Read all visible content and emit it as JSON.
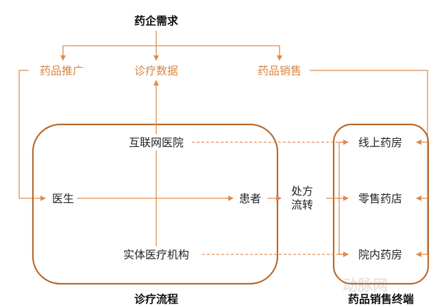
{
  "title": "药企需求",
  "needs": [
    "药品推广",
    "诊疗数据",
    "药品销售"
  ],
  "process": {
    "label": "诊疗流程",
    "internet_hospital": "互联网医院",
    "doctor": "医生",
    "patient": "患者",
    "physical_institution": "实体医疗机构"
  },
  "prescription_flow": [
    "处方",
    "流转"
  ],
  "terminal": {
    "label": "药品销售终端",
    "items": [
      "线上药房",
      "零售药店",
      "院内药房"
    ]
  },
  "watermark": "动脉网",
  "colors": {
    "line": "#e08a4c",
    "box": "#b8682a",
    "label": "#d9843f"
  }
}
